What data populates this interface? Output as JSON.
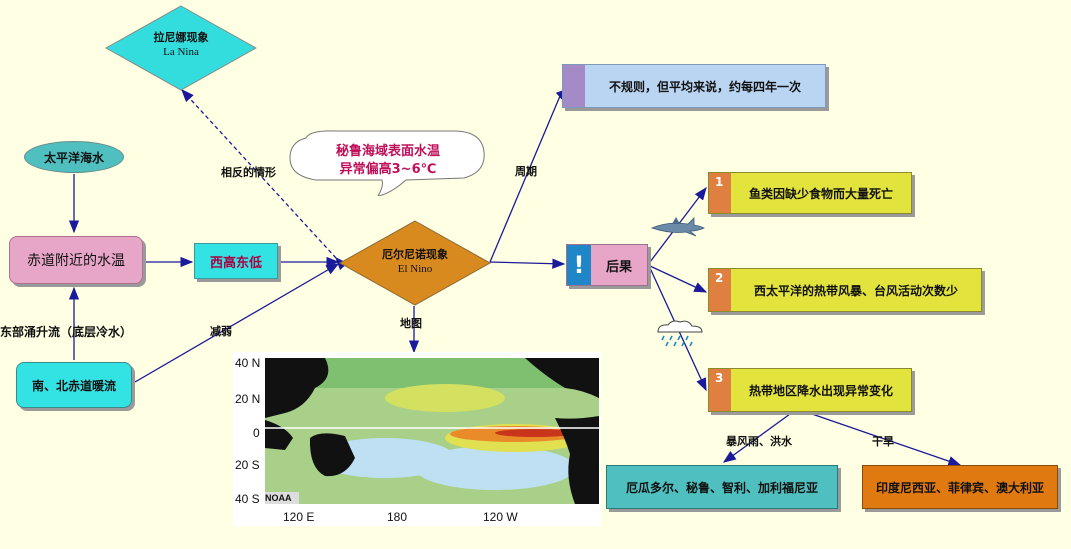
{
  "nodes": {
    "la_nina_cn": "拉尼娜现象",
    "la_nina_en": "La Nina",
    "pacific_water": "太平洋海水",
    "equator_temp": "赤道附近的水温",
    "west_high_east_low": "西高东低",
    "east_upwelling": "东部涌升流（底层冷水）",
    "warm_current": "南、北赤道暖流",
    "el_nino_cn": "厄尔尼诺现象",
    "el_nino_en": "El Nino",
    "cloud_line1": "秘鲁海域表面水温",
    "cloud_line2": "异常偏高3~6℃",
    "period_box": "不规则，但平均来说，约每四年一次",
    "consequence": "后果",
    "consequence_mark": "!",
    "effect1_num": "1",
    "effect1": "鱼类因缺少食物而大量死亡",
    "effect2_num": "2",
    "effect2": "西太平洋的热带风暴、台风活动次数少",
    "effect3_num": "3",
    "effect3": "热带地区降水出现异常变化",
    "flood_regions": "厄瓜多尔、秘鲁、智利、加利福尼亚",
    "drought_regions": "印度尼西亚、菲律宾、澳大利亚"
  },
  "links": {
    "opposite": "相反的情形",
    "weaken": "减弱",
    "period": "周期",
    "map": "地图",
    "storm_flood": "暴风雨、洪水",
    "drought": "干旱"
  },
  "map": {
    "lat_labels": [
      "40 N",
      "20 N",
      "0",
      "20 S",
      "40 S"
    ],
    "lon_labels": [
      "120 E",
      "180",
      "120 W"
    ],
    "source": "NOAA"
  },
  "colors": {
    "la_nina": "#33dddd",
    "el_nino": "#d98a1e",
    "pink": "#e7a6c7",
    "cyan": "#33e3e3",
    "yellow": "#e3e33d",
    "lightblue": "#b9d5f2",
    "teal": "#4fbfbf",
    "orange": "#e07a10",
    "num_orange": "#e08040",
    "purple": "#a58ac8",
    "arrow": "#1a1a9a"
  }
}
